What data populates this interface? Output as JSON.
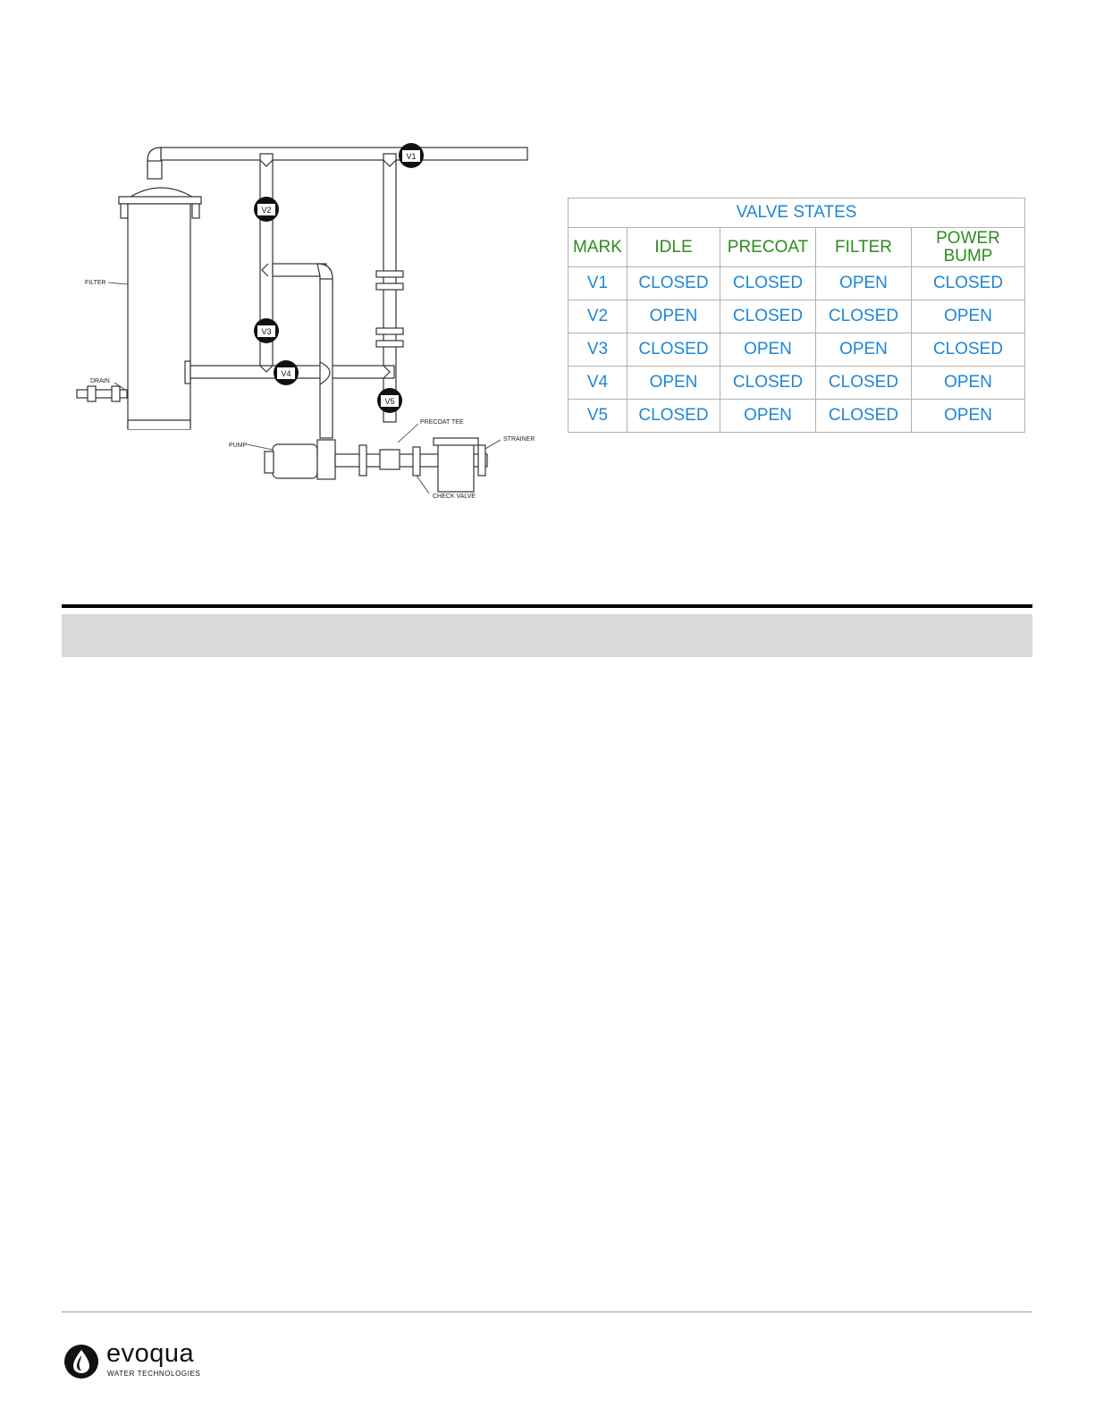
{
  "diagram": {
    "labels": {
      "filter": "FILTER",
      "drain": "DRAIN",
      "pump": "PUMP",
      "precoat_tee": "PRECOAT TEE",
      "strainer": "STRAINER",
      "check_valve": "CHECK VALVE"
    },
    "valves": [
      "V1",
      "V2",
      "V3",
      "V4",
      "V5"
    ]
  },
  "valve_table": {
    "title": "VALVE STATES",
    "headers": [
      "MARK",
      "IDLE",
      "PRECOAT",
      "FILTER",
      "POWER BUMP"
    ],
    "rows": [
      [
        "V1",
        "CLOSED",
        "CLOSED",
        "OPEN",
        "CLOSED"
      ],
      [
        "V2",
        "OPEN",
        "CLOSED",
        "CLOSED",
        "OPEN"
      ],
      [
        "V3",
        "CLOSED",
        "OPEN",
        "OPEN",
        "CLOSED"
      ],
      [
        "V4",
        "OPEN",
        "CLOSED",
        "CLOSED",
        "OPEN"
      ],
      [
        "V5",
        "CLOSED",
        "OPEN",
        "CLOSED",
        "OPEN"
      ]
    ],
    "colors": {
      "value": "#1f86d4",
      "header": "#2e8b1f"
    }
  },
  "footer": {
    "logo_word": "evoqua",
    "logo_sub": "WATER TECHNOLOGIES",
    "logo_icon": "water-drop-icon"
  }
}
